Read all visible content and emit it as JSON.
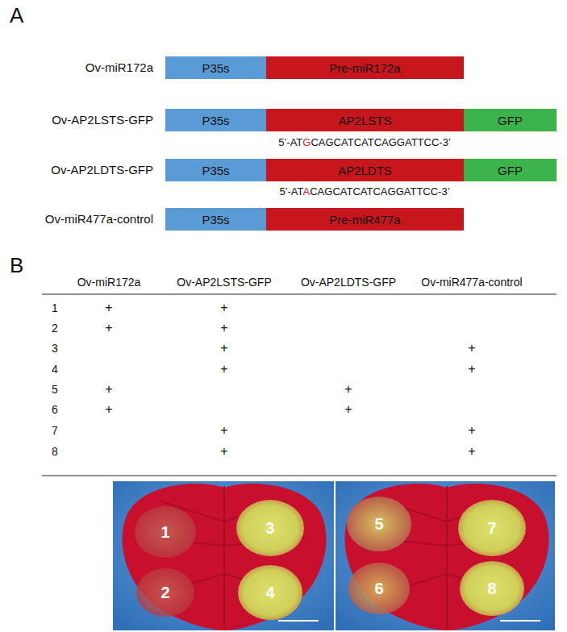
{
  "diagram": {
    "nodes": [
      {
        "text": [
          "P35s"
        ]
      },
      {
        "text": [
          "Pre-miR172a"
        ]
      },
      {
        "text": [
          "P35s"
        ]
      },
      {
        "text": [
          "AP2LSTS"
        ]
      },
      {
        "text": [
          "GFP"
        ]
      },
      {
        "text": [
          "P35s"
        ]
      },
      {
        "text": [
          "AP2LDTS"
        ]
      },
      {
        "text": [
          "GFP"
        ]
      },
      {
        "text": [
          "P35s"
        ]
      },
      {
        "text": [
          "Pre-miR477a"
        ]
      }
    ],
    "labels": [
      "A",
      "Ov-miR172a",
      "Ov-AP2LSTS-GFP",
      "5’-AT",
      "G",
      "CAGCATCATCAGGATTCC-3’",
      "Ov-AP2LDTS-GFP",
      "5’-AT",
      "A",
      "CAGCATCATCAGGATTCC-3’",
      "Ov-miR477a-control",
      "B",
      "Ov-miR172a",
      "Ov-AP2LSTS-GFP",
      "Ov-AP2LDTS-GFP",
      "Ov-miR477a-control",
      "1",
      "+",
      "+",
      "2",
      "+",
      "+",
      "3",
      "+",
      "+",
      "4",
      "+",
      "+",
      "5",
      "+",
      "+",
      "6",
      "+",
      "+",
      "7",
      "+",
      "+",
      "8",
      "+",
      "+",
      "1",
      "2",
      "3",
      "4",
      "5",
      "6",
      "7",
      "8"
    ]
  }
}
